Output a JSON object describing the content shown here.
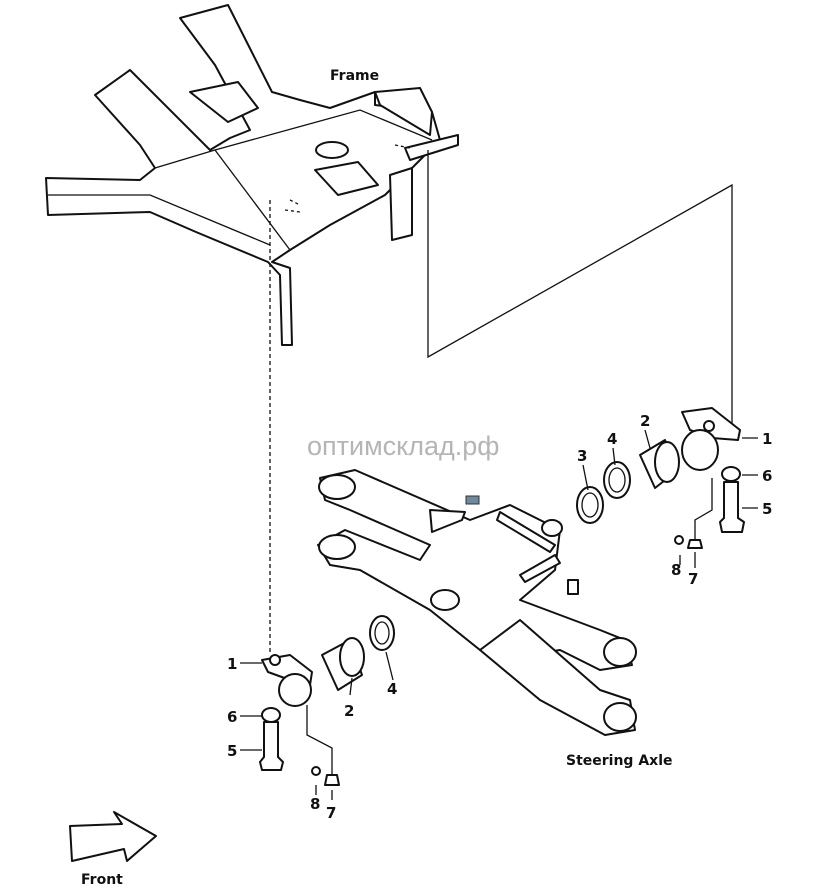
{
  "titles": {
    "frame": "Frame",
    "axle": "Steering Axle",
    "front": "Front"
  },
  "watermark": "оптимсклад.рф",
  "callouts": {
    "r1": "1",
    "r6": "6",
    "r5": "5",
    "r2": "2",
    "r3": "3",
    "r4": "4",
    "r8": "8",
    "r7": "7",
    "l1": "1",
    "l6": "6",
    "l5": "5",
    "l2": "2",
    "l4": "4",
    "l8": "8",
    "l7": "7"
  },
  "colors": {
    "marker": "#6f8aa0",
    "line": "#111111",
    "watermark": "#b5b5b5"
  }
}
